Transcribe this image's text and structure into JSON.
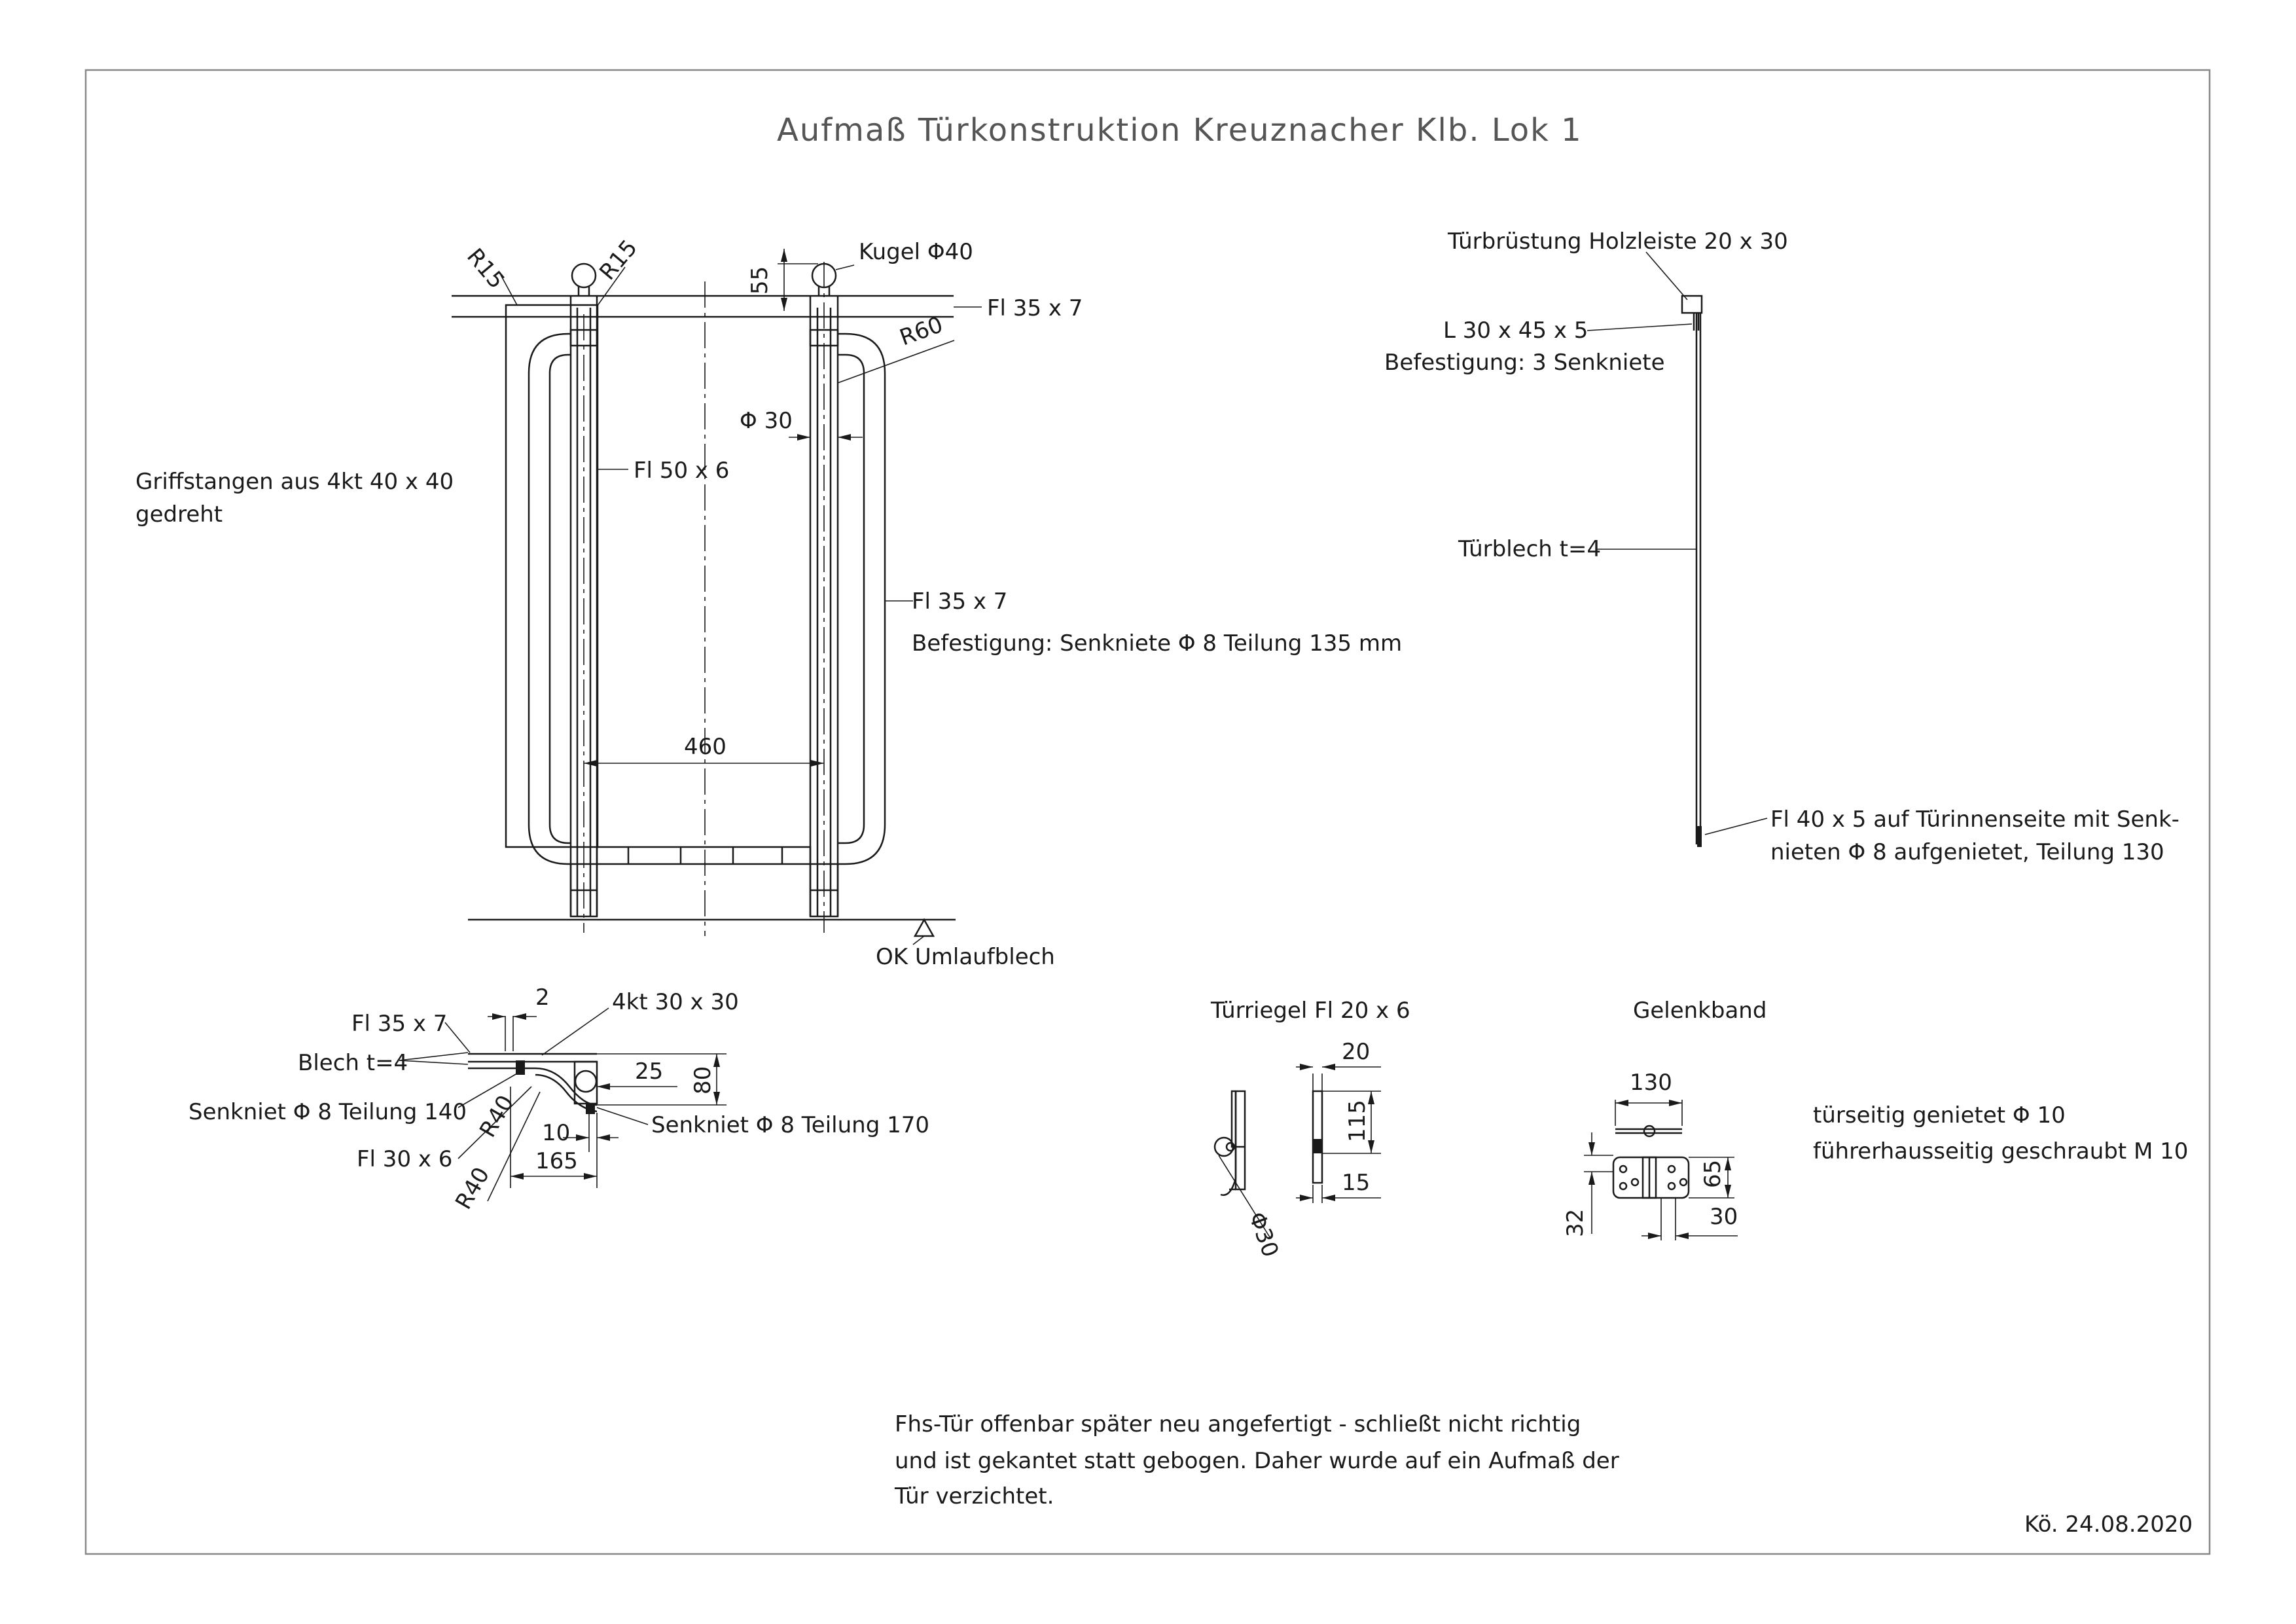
{
  "title": "Aufmaß Türkonstruktion Kreuznacher Klb. Lok 1",
  "front_view": {
    "r15_left": "R15",
    "r15_right": "R15",
    "dim_55": "55",
    "kugel": "Kugel Φ40",
    "fl35x7_top": "Fl 35 x 7",
    "r60": "R60",
    "phi30": "Φ 30",
    "fl50x6": "Fl 50 x 6",
    "griff_line1": "Griffstangen aus 4kt 40 x 40",
    "griff_line2": "gedreht",
    "fl35x7_right": "Fl 35 x 7",
    "befestigung": "Befestigung: Senkniete Φ 8 Teilung 135 mm",
    "dim_460": "460",
    "ok_umlaufblech": "OK Umlaufblech"
  },
  "side_view": {
    "tuerbruestung": "Türbrüstung Holzleiste 20 x 30",
    "l_profile": "L 30 x 45 x 5",
    "l_befestigung": "Befestigung: 3 Senkniete",
    "tuerblech": "Türblech t=4",
    "fl40_line1": "Fl 40 x 5 auf Türinnenseite mit Senk-",
    "fl40_line2": "nieten Φ 8 aufgenietet, Teilung 130"
  },
  "section_view": {
    "fl35x7": "Fl 35 x 7",
    "blech": "Blech t=4",
    "senkniet140": "Senkniet Φ 8 Teilung 140",
    "fl30x6": "Fl 30 x 6",
    "r40_a": "R40",
    "r40_b": "R40",
    "dim_2": "2",
    "kt30": "4kt 30 x 30",
    "dim_25": "25",
    "dim_80": "80",
    "dim_10": "10",
    "senkniet170": "Senkniet Φ 8 Teilung 170",
    "dim_165": "165"
  },
  "tuerriegel": {
    "title": "Türriegel Fl 20 x 6",
    "dim_20": "20",
    "dim_115": "115",
    "dim_15": "15",
    "phi30": "Φ30"
  },
  "gelenkband": {
    "title": "Gelenkband",
    "dim_130": "130",
    "dim_65": "65",
    "dim_30": "30",
    "dim_32": "32",
    "note_line1": "türseitig genietet Φ 10",
    "note_line2": "führerhausseitig geschraubt M 10"
  },
  "remark": {
    "line1": "Fhs-Tür offenbar später neu angefertigt - schließt nicht richtig",
    "line2": "und ist gekantet statt gebogen. Daher wurde auf ein Aufmaß der",
    "line3": "Tür verzichtet."
  },
  "signature": "Kö. 24.08.2020"
}
